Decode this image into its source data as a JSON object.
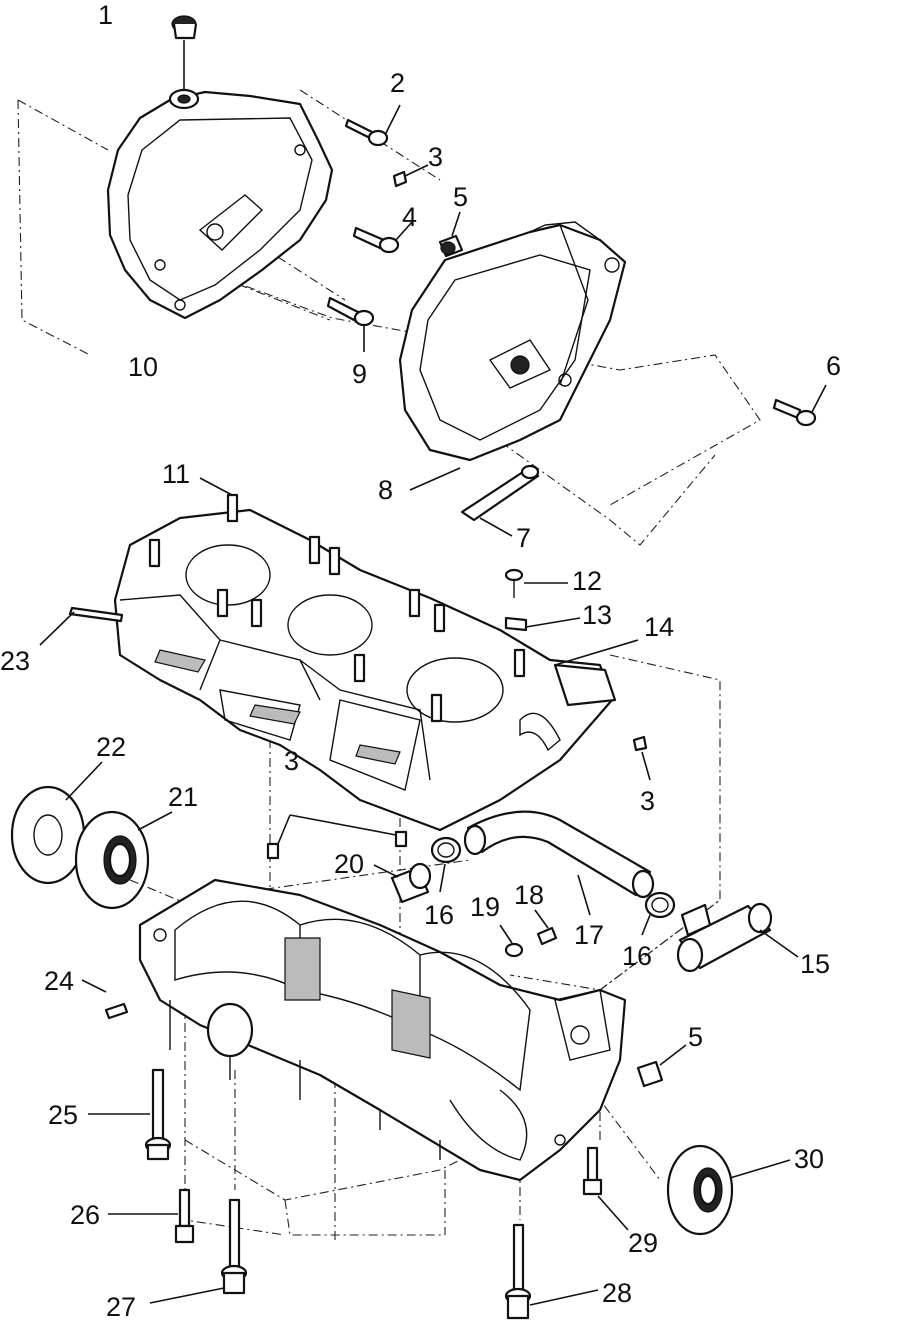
{
  "callouts": [
    {
      "id": "1",
      "text": "1"
    },
    {
      "id": "2",
      "text": "2"
    },
    {
      "id": "3a",
      "text": "3"
    },
    {
      "id": "4",
      "text": "4"
    },
    {
      "id": "5a",
      "text": "5"
    },
    {
      "id": "6",
      "text": "6"
    },
    {
      "id": "7",
      "text": "7"
    },
    {
      "id": "8",
      "text": "8"
    },
    {
      "id": "9",
      "text": "9"
    },
    {
      "id": "10",
      "text": "10"
    },
    {
      "id": "11",
      "text": "11"
    },
    {
      "id": "12",
      "text": "12"
    },
    {
      "id": "13",
      "text": "13"
    },
    {
      "id": "14",
      "text": "14"
    },
    {
      "id": "15",
      "text": "15"
    },
    {
      "id": "16a",
      "text": "16"
    },
    {
      "id": "16b",
      "text": "16"
    },
    {
      "id": "17",
      "text": "17"
    },
    {
      "id": "18",
      "text": "18"
    },
    {
      "id": "19",
      "text": "19"
    },
    {
      "id": "20",
      "text": "20"
    },
    {
      "id": "21",
      "text": "21"
    },
    {
      "id": "22",
      "text": "22"
    },
    {
      "id": "23",
      "text": "23"
    },
    {
      "id": "24",
      "text": "24"
    },
    {
      "id": "25",
      "text": "25"
    },
    {
      "id": "26",
      "text": "26"
    },
    {
      "id": "27",
      "text": "27"
    },
    {
      "id": "28",
      "text": "28"
    },
    {
      "id": "29",
      "text": "29"
    },
    {
      "id": "30",
      "text": "30"
    },
    {
      "id": "3b",
      "text": "3"
    },
    {
      "id": "3c",
      "text": "3"
    },
    {
      "id": "5b",
      "text": "5"
    }
  ]
}
